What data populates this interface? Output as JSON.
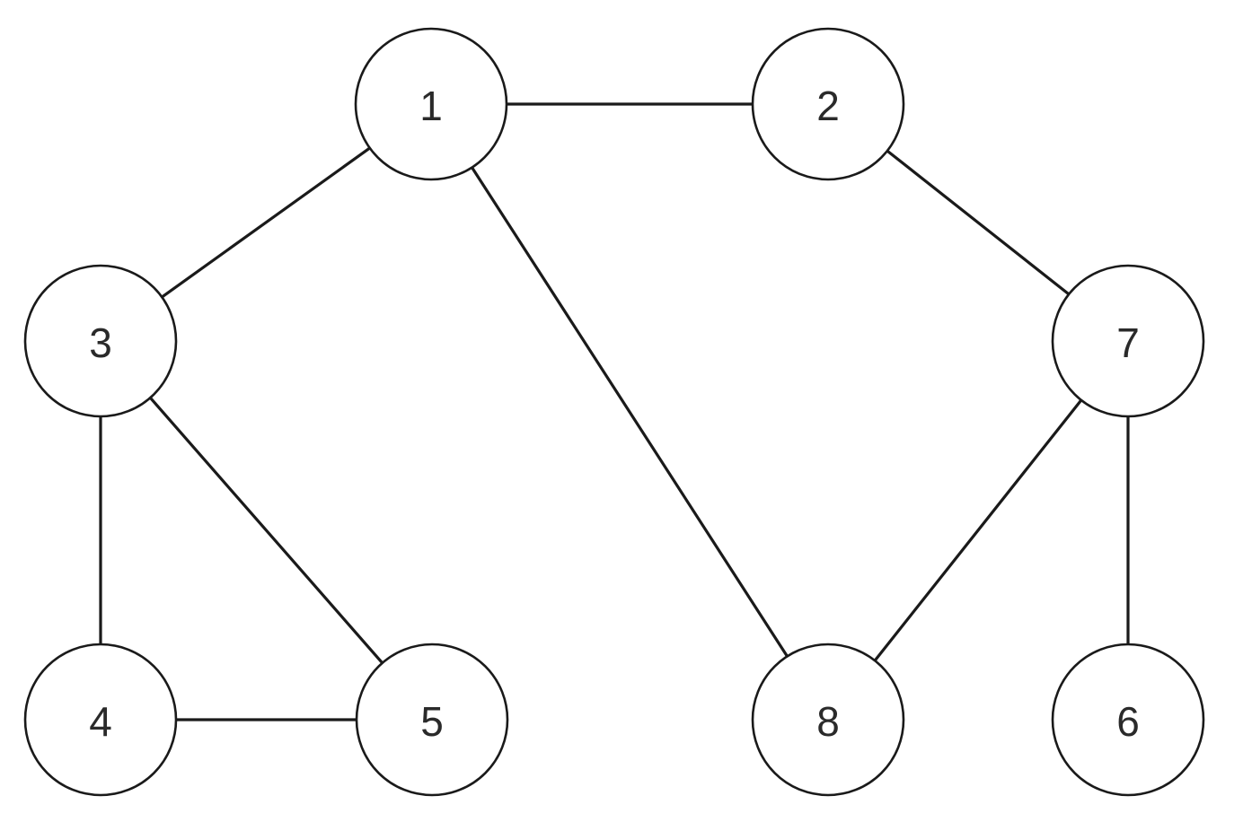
{
  "graph": {
    "nodes": [
      {
        "id": "1",
        "label": "1"
      },
      {
        "id": "2",
        "label": "2"
      },
      {
        "id": "3",
        "label": "3"
      },
      {
        "id": "4",
        "label": "4"
      },
      {
        "id": "5",
        "label": "5"
      },
      {
        "id": "6",
        "label": "6"
      },
      {
        "id": "7",
        "label": "7"
      },
      {
        "id": "8",
        "label": "8"
      }
    ],
    "edges": [
      {
        "from": "1",
        "to": "2"
      },
      {
        "from": "1",
        "to": "3"
      },
      {
        "from": "1",
        "to": "8"
      },
      {
        "from": "2",
        "to": "7"
      },
      {
        "from": "3",
        "to": "4"
      },
      {
        "from": "3",
        "to": "5"
      },
      {
        "from": "4",
        "to": "5"
      },
      {
        "from": "7",
        "to": "8"
      },
      {
        "from": "7",
        "to": "6"
      }
    ],
    "colors": {
      "stroke": "#1a1a1a",
      "fill": "#ffffff",
      "text": "#2a2a2a"
    }
  }
}
